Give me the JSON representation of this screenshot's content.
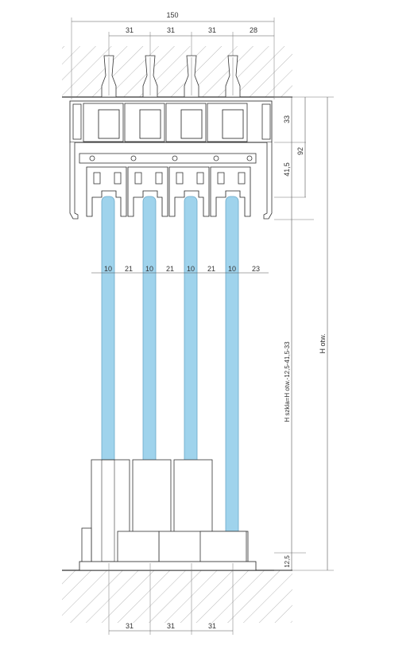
{
  "dimensions": {
    "overall_width": "150",
    "top_spacings": [
      "31",
      "31",
      "31",
      "28"
    ],
    "rail_height": "33",
    "hanger_height": "41,5",
    "top_total": "92",
    "middle_spacings": [
      "10",
      "21",
      "10",
      "21",
      "10",
      "21",
      "10",
      "23"
    ],
    "glass_height_formula": "H szkla=H otw.-12,5-41,5-33",
    "opening_height": "H otw.",
    "bottom_height": "12,5",
    "bottom_spacings": [
      "31",
      "31",
      "31"
    ]
  },
  "colors": {
    "glass": "#9fd3ec",
    "glass_stroke": "#6aa9c9",
    "line": "#555555"
  }
}
